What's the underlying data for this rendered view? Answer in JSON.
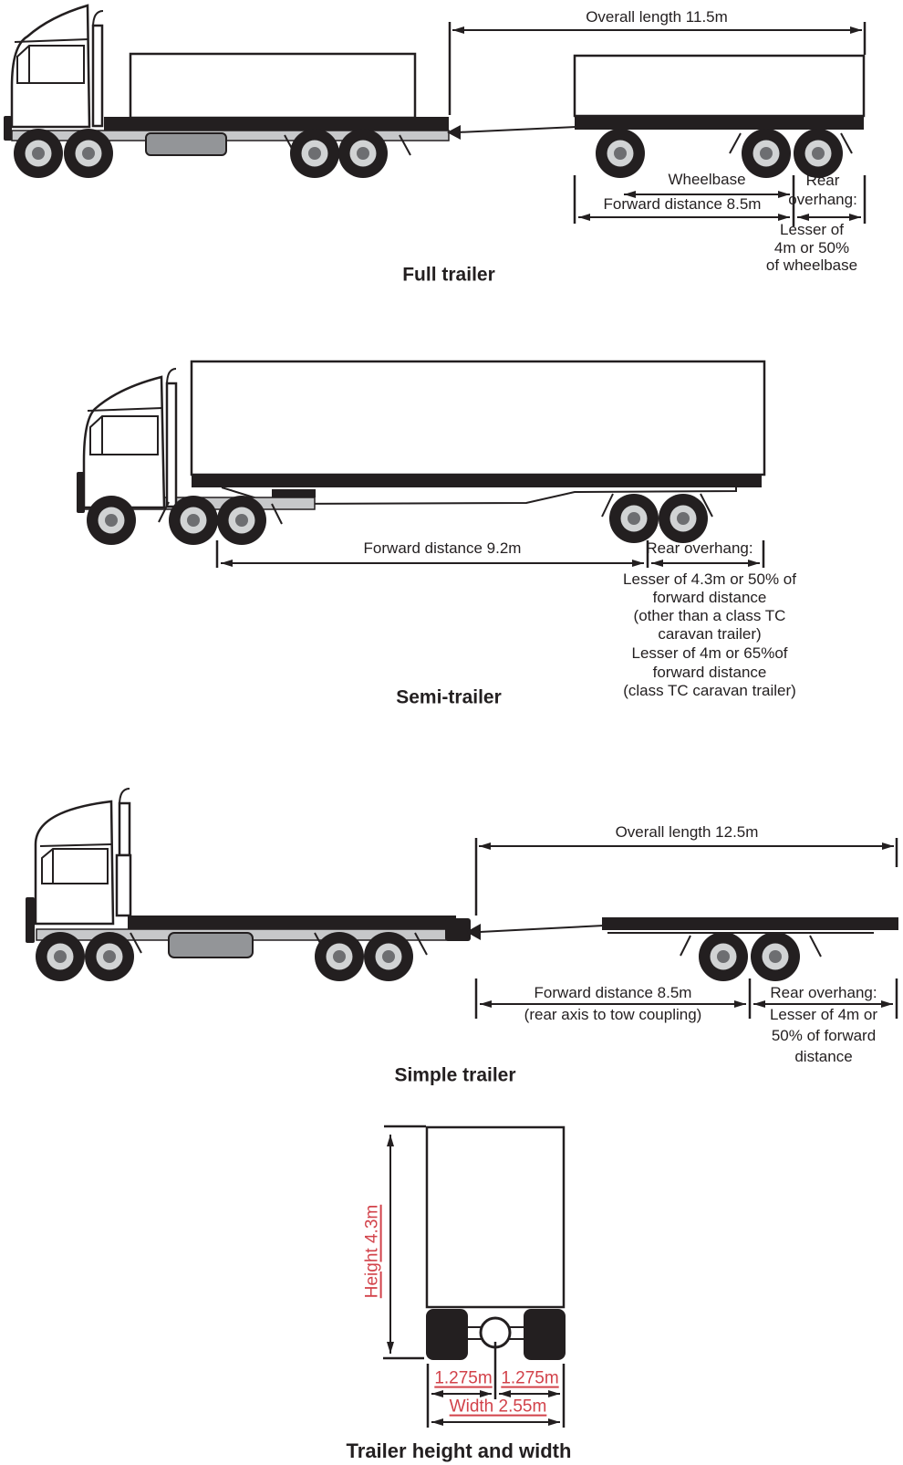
{
  "colors": {
    "ink": "#231f20",
    "red": "#d2424a"
  },
  "sections": {
    "full_trailer": {
      "title": "Full trailer",
      "overall_length": "Overall length 11.5m",
      "wheelbase": "Wheelbase",
      "forward_distance": "Forward distance 8.5m",
      "rear_overhang": [
        "Rear",
        "overhang:"
      ],
      "note": [
        "Lesser of",
        "4m or 50%",
        "of wheelbase"
      ]
    },
    "semi_trailer": {
      "title": "Semi-trailer",
      "forward_distance": "Forward distance 9.2m",
      "rear_overhang": "Rear overhang:",
      "note": [
        "Lesser of 4.3m or 50% of",
        "forward distance",
        "(other than a class TC",
        "caravan trailer)",
        "Lesser of 4m or 65%of",
        "forward distance",
        "(class TC caravan trailer)"
      ]
    },
    "simple_trailer": {
      "title": "Simple trailer",
      "overall_length": "Overall length 12.5m",
      "forward_distance": [
        "Forward distance 8.5m",
        "(rear axis to tow coupling)"
      ],
      "rear_overhang": "Rear overhang:",
      "note": [
        "Lesser of 4m or",
        "50% of forward",
        "distance"
      ]
    },
    "height_width": {
      "title": "Trailer height and width",
      "height": "Height 4.3m",
      "axle_left": "1.275m",
      "axle_right": "1.275m",
      "width": "Width 2.55m"
    }
  }
}
